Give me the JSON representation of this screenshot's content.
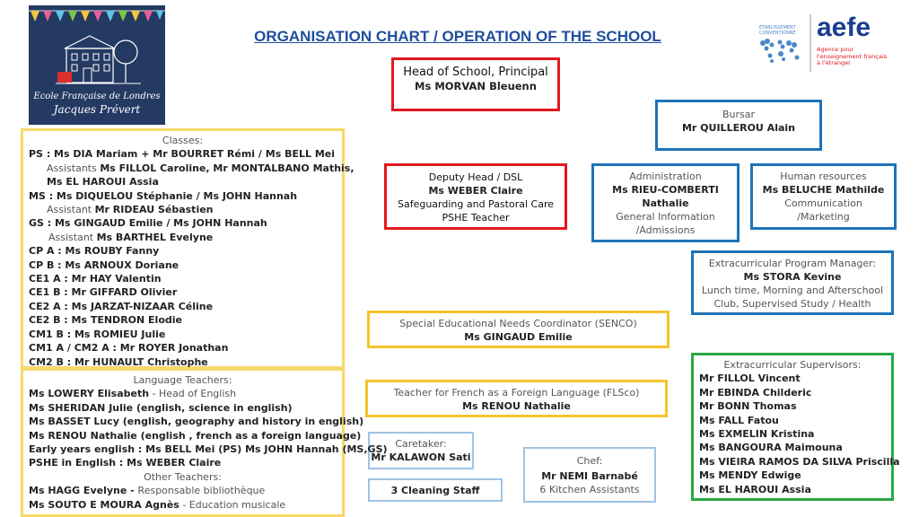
{
  "title": "ORGANISATION CHART / OPERATION OF THE SCHOOL",
  "logo": {
    "line1": "Ecole Française de Londres",
    "line2": "Jacques Prévert"
  },
  "aefe": {
    "brand": "aefe",
    "tag1": "ÉTABLISSEMENT",
    "tag2": "CONVENTIONNÉ",
    "sub1": "Agence pour",
    "sub2": "l'enseignement français",
    "sub3": "à l'étranger"
  },
  "head": {
    "role": "Head of School, Principal",
    "name": "Ms MORVAN Bleuenn"
  },
  "bursar": {
    "role": "Bursar",
    "name": "Mr QUILLEROU Alain"
  },
  "deputy": {
    "role": "Deputy Head / DSL",
    "name": "Ms WEBER Claire",
    "l3": "Safeguarding and Pastoral Care",
    "l4": "PSHE Teacher"
  },
  "admin": {
    "role": "Administration",
    "name1": "Ms RIEU-COMBERTI",
    "name2": "Nathalie",
    "l4": "General Information",
    "l5": "/Admissions"
  },
  "hr": {
    "role": "Human resources",
    "name": "Ms BELUCHE Mathilde",
    "l3": "Communication",
    "l4": "/Marketing"
  },
  "extra_manager": {
    "role": "Extracurricular Program Manager:",
    "name": "Ms STORA Kevine",
    "l3": "Lunch time, Morning and Afterschool",
    "l4": "Club, Supervised Study / Health"
  },
  "senco": {
    "role": "Special Educational Needs Coordinator (SENCO)",
    "name": "Ms GINGAUD Emilie"
  },
  "flsco": {
    "role": "Teacher for French as a Foreign Language (FLSco)",
    "name": "Ms RENOU Nathalie"
  },
  "caretaker": {
    "role": "Caretaker:",
    "name": "Mr KALAWON Sati"
  },
  "cleaning": {
    "label": "3 Cleaning Staff"
  },
  "chef": {
    "role": "Chef:",
    "name": "Mr NEMI Barnabé",
    "l3": "6 Kitchen Assistants"
  },
  "supervisors": {
    "title": "Extracurricular Supervisors:",
    "names": [
      "Mr FILLOL Vincent",
      "Mr EBINDA Childeric",
      "Mr BONN Thomas",
      "Ms FALL Fatou",
      "Ms EXMELIN Kristina",
      "Ms BANGOURA Maimouna",
      "Ms VIEIRA RAMOS DA SILVA Priscilla",
      "Ms MENDY Edwige",
      "Ms EL HAROUI Assia"
    ]
  },
  "classes": {
    "title": "Classes:",
    "ps": "PS : Ms DIA Mariam + Mr BOURRET Rémi / Ms BELL Mei",
    "ps_assist_label": "Assistants ",
    "ps_assist": "Ms FILLOL Caroline, Mr MONTALBANO Mathis,",
    "ps_assist2": "Ms EL HAROUI Assia",
    "ms": "MS : Ms DIQUELOU Stéphanie / Ms JOHN Hannah",
    "ms_assist_label": "Assistant ",
    "ms_assist": "Mr RIDEAU Sébastien",
    "gs": "GS : Ms GINGAUD Emilie / Ms JOHN Hannah",
    "gs_assist_label": "Assistant ",
    "gs_assist": "Ms BARTHEL Evelyne",
    "rest": [
      "CP A : Ms ROUBY Fanny",
      "CP B : Ms ARNOUX Doriane",
      "CE1 A : Mr HAY Valentin",
      "CE1 B : Mr GIFFARD Olivier",
      "CE2 A : Ms JARZAT-NIZAAR Céline",
      "CE2 B : Ms TENDRON Elodie",
      "CM1 B : Ms ROMIEU Julie",
      "CM1 A / CM2 A : Mr ROYER Jonathan",
      "CM2 B : Mr HUNAULT Christophe"
    ]
  },
  "languages": {
    "title": "Language Teachers:",
    "l1_name": "Ms LOWERY Elisabeth",
    "l1_role": " - Head of English",
    "lines": [
      "Ms SHERIDAN Julie (english, science in english)",
      "Ms BASSET Lucy (english, geography and history in english)",
      "Ms RENOU Nathalie (english , french as a foreign language)",
      "Early years english : Ms BELL Mei (PS)  Ms JOHN Hannah (MS,GS)",
      "PSHE in English : Ms WEBER Claire"
    ],
    "other_title": "Other Teachers:",
    "o1_name": "Ms HAGG Evelyne - ",
    "o1_role": "Responsable bibliothèque",
    "o2_name": "Ms SOUTO E MOURA Agnès",
    "o2_role": " - Education musicale"
  }
}
